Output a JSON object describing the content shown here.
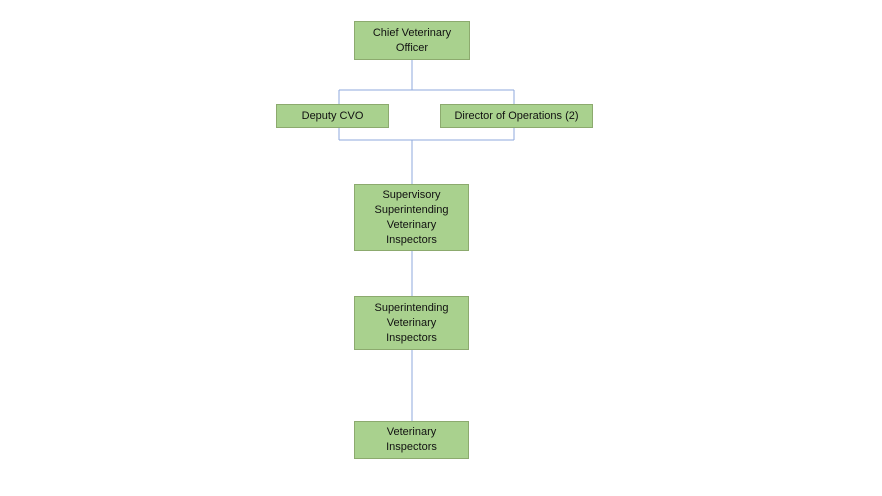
{
  "diagram": {
    "nodes": {
      "cvo": {
        "label": "Chief Veterinary\nOfficer"
      },
      "deputy": {
        "label": "Deputy CVO"
      },
      "director": {
        "label": "Director of Operations (2)"
      },
      "ssvi": {
        "label": "Supervisory\nSuperintending\nVeterinary\nInspectors"
      },
      "svi": {
        "label": "Superintending\nVeterinary\nInspectors"
      },
      "vi": {
        "label": "Veterinary\nInspectors"
      }
    },
    "edges": [
      [
        "cvo",
        "deputy"
      ],
      [
        "cvo",
        "director"
      ],
      [
        "deputy",
        "ssvi"
      ],
      [
        "director",
        "ssvi"
      ],
      [
        "ssvi",
        "svi"
      ],
      [
        "svi",
        "vi"
      ]
    ],
    "colors": {
      "node_fill": "#a9d18e",
      "node_border": "#8caa6e",
      "connector": "#8faadc"
    }
  }
}
